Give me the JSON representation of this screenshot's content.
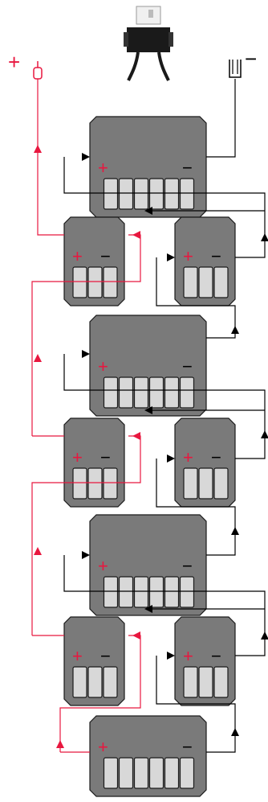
{
  "terminals": {
    "plus_symbol": "+",
    "minus_symbol": "−"
  },
  "colors": {
    "positive_wire": "#e8173f",
    "negative_wire": "#000000",
    "box_fill": "#7a7a7a",
    "box_stroke": "#1a1a1a",
    "cell_fill": "#d8d8d8",
    "connector_body": "#1a1a1a"
  },
  "components": {
    "optimizer": "junction-box-with-cables",
    "rows": [
      {
        "type": "large",
        "cells": 6
      },
      {
        "type": "pair",
        "cells_each": 3
      },
      {
        "type": "large",
        "cells": 6
      },
      {
        "type": "pair",
        "cells_each": 3
      },
      {
        "type": "large",
        "cells": 6
      },
      {
        "type": "pair",
        "cells_each": 3
      },
      {
        "type": "large",
        "cells": 6
      }
    ]
  }
}
